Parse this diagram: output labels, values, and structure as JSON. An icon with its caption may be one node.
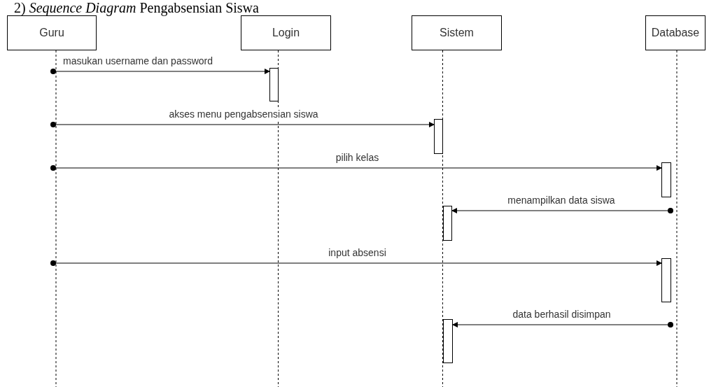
{
  "diagram": {
    "title": "2) *Sequence Diagram* Pengabsensian Siswa",
    "nodes": [
      {
        "text": [
          "Guru"
        ]
      },
      {
        "text": [
          "Login"
        ]
      },
      {
        "text": [
          "Sistem"
        ]
      },
      {
        "text": [
          "Database"
        ]
      },
      {
        "text": [],
        "shape": "bar"
      },
      {
        "text": [],
        "shape": "bar"
      },
      {
        "text": [],
        "shape": "bar"
      },
      {
        "text": [],
        "shape": "bar"
      },
      {
        "text": [],
        "shape": "bar"
      },
      {
        "text": [],
        "shape": "bar"
      }
    ],
    "edges": [
      {
        "from": null,
        "to": 4,
        "arrow": "to",
        "label": "masukan username dan password"
      },
      {
        "from": null,
        "to": 5,
        "arrow": "to",
        "label": "akses menu pengabsensian siswa"
      },
      {
        "from": null,
        "to": 6,
        "arrow": "to",
        "label": "pilih kelas"
      },
      {
        "from": null,
        "to": 7,
        "arrow": "to",
        "label": "menampilkan data siswa"
      },
      {
        "from": null,
        "to": 8,
        "arrow": "to",
        "label": "input absensi"
      },
      {
        "from": null,
        "to": 9,
        "arrow": "to",
        "label": "data berhasil disimpan"
      }
    ]
  }
}
